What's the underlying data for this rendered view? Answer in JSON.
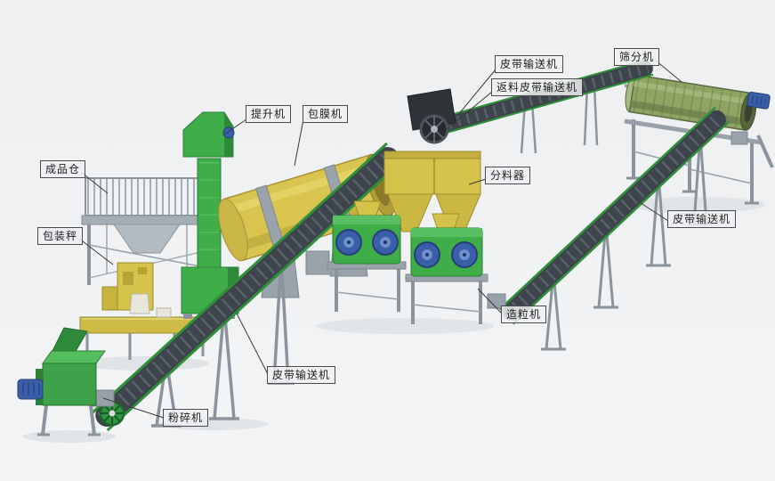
{
  "colors": {
    "background": "#edeff1",
    "label_border": "#4b4b4b",
    "label_text": "#1d1d1d",
    "machine_green": "#3fae49",
    "machine_yellow": "#d6c34c",
    "motor_blue": "#3b5ea8",
    "steel_gray": "#9aa3ab",
    "belt_dark": "#3d444b"
  },
  "labels": [
    {
      "id": "bucket-elevator",
      "text": "提升机"
    },
    {
      "id": "coating-machine",
      "text": "包膜机"
    },
    {
      "id": "belt-conveyor-top",
      "text": "皮带输送机"
    },
    {
      "id": "return-belt-conveyor",
      "text": "返料皮带输送机"
    },
    {
      "id": "screening-machine",
      "text": "筛分机"
    },
    {
      "id": "distributor",
      "text": "分料器"
    },
    {
      "id": "finished-product-bin",
      "text": "成品仓"
    },
    {
      "id": "packing-scale",
      "text": "包装秤"
    },
    {
      "id": "belt-conveyor-right",
      "text": "皮带输送机"
    },
    {
      "id": "granulator",
      "text": "造粒机"
    },
    {
      "id": "belt-conveyor-front",
      "text": "皮带输送机"
    },
    {
      "id": "crusher",
      "text": "粉碎机"
    }
  ]
}
